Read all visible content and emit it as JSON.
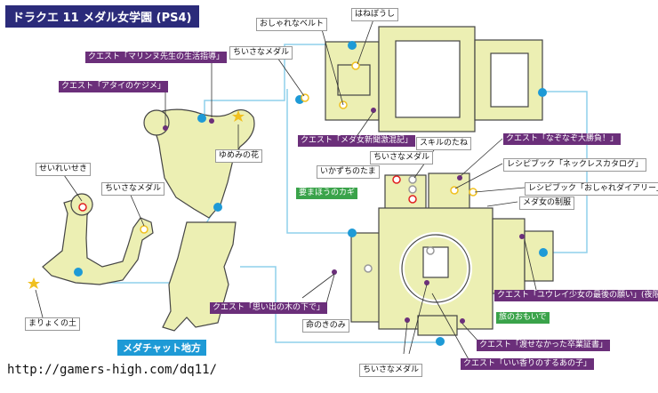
{
  "title": "ドラクエ 11 メダル女学園 (PS4)",
  "footer_url": "http://gamers-high.com/dq11/",
  "area_name": "メダチャット地方",
  "labels": {
    "l1": "おしゃれなベルト",
    "l2": "はねぼうし",
    "l3": "ちいさなメダル",
    "l4": "クエスト「マリンヌ先生の生活指導」",
    "l5": "クエスト「アタイのケジメ」",
    "l6": "ゆめみの花",
    "l7": "せいれいせき",
    "l8": "ちいさなメダル",
    "l9": "まりょくの土",
    "l10": "クエスト「メダ女新聞激混記」",
    "l11": "スキルのたね",
    "l12": "ちいさなメダル",
    "l13": "いかずちのたま",
    "l14": "要まほうのカギ",
    "l15": "クエスト「なぞなぞ大勝負！」",
    "l16": "レシピブック「ネックレスカタログ」",
    "l17": "レシピブック「おしゃれダイアリー」",
    "l18": "メダ女の制服",
    "l19": "クエスト「思い出の木の下で」",
    "l20": "命のきのみ",
    "l21": "クエスト「ユウレイ少女の最後の願い」(夜限定)",
    "l22": "旅のおもいで",
    "l23": "クエスト「渡せなかった卒業証書」",
    "l24": "ちいさなメダル",
    "l25": "クエスト「いい香りのするあの子」"
  }
}
